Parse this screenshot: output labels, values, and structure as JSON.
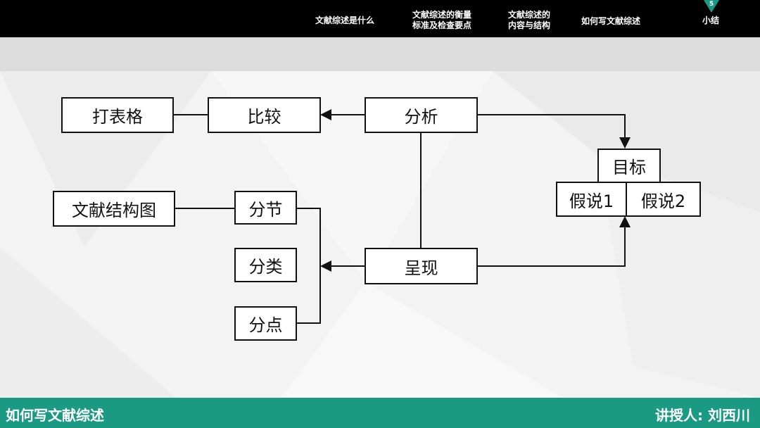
{
  "nav": {
    "items": [
      {
        "label": "文献综述是什么"
      },
      {
        "label_line1": "文献综述的衡量",
        "label_line2": "标准及检查要点"
      },
      {
        "label_line1": "文献综述的",
        "label_line2": "内容与结构"
      },
      {
        "label": "如何写文献综述"
      },
      {
        "label": "小结",
        "number": "5"
      }
    ]
  },
  "diagram": {
    "table": "打表格",
    "compare": "比较",
    "analyze": "分析",
    "goal": "目标",
    "hyp1": "假说1",
    "hyp2": "假说2",
    "structure": "文献结构图",
    "section": "分节",
    "category": "分类",
    "point": "分点",
    "present": "呈现"
  },
  "footer": {
    "title": "如何写文献综述",
    "speaker": "讲授人: 刘西川"
  },
  "colors": {
    "accent": "#1a9a82"
  }
}
